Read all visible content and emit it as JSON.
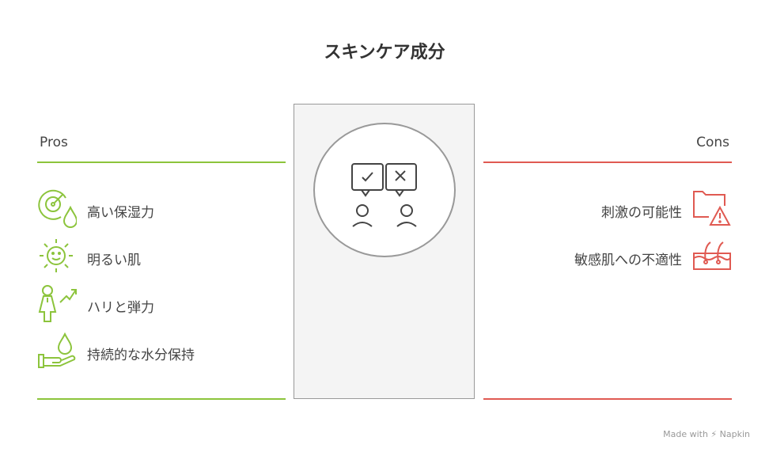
{
  "title": "スキンケア成分",
  "pros": {
    "label": "Pros",
    "color": "#8cc43c",
    "items": [
      {
        "label": "高い保湿力",
        "icon": "gauge-drop-icon"
      },
      {
        "label": "明るい肌",
        "icon": "smiling-sun-icon"
      },
      {
        "label": "ハリと弾力",
        "icon": "person-growth-icon"
      },
      {
        "label": "持続的な水分保持",
        "icon": "hand-drop-icon"
      }
    ]
  },
  "cons": {
    "label": "Cons",
    "color": "#e05a52",
    "items": [
      {
        "label": "刺激の可能性",
        "icon": "folder-warning-icon"
      },
      {
        "label": "敏感肌への不適性",
        "icon": "skin-layer-icon"
      }
    ]
  },
  "center": {
    "icon": "people-approve-reject-icon"
  },
  "footer": "Made with ⚡ Napkin"
}
